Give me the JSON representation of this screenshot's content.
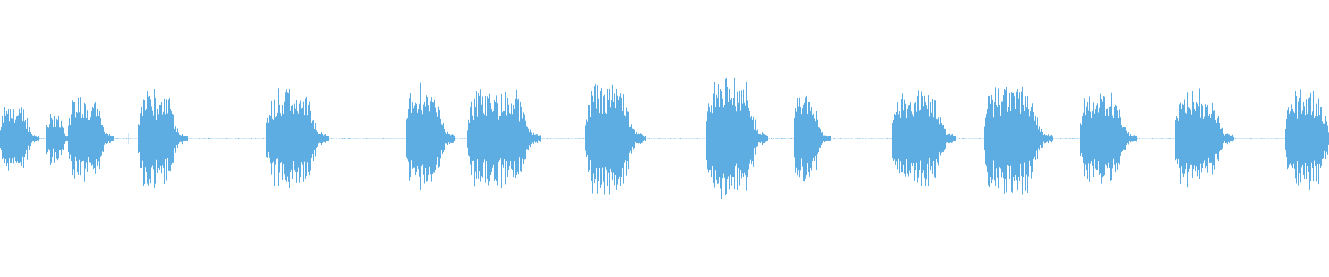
{
  "waveform": {
    "color": "#5dade2",
    "background": "#ffffff",
    "bursts": [
      {
        "start": 0.0,
        "end": 0.024,
        "amp": 0.22
      },
      {
        "start": 0.034,
        "end": 0.049,
        "amp": 0.17
      },
      {
        "start": 0.051,
        "end": 0.079,
        "amp": 0.31
      },
      {
        "start": 0.104,
        "end": 0.134,
        "amp": 0.34
      },
      {
        "start": 0.2,
        "end": 0.24,
        "amp": 0.34
      },
      {
        "start": 0.305,
        "end": 0.335,
        "amp": 0.36
      },
      {
        "start": 0.351,
        "end": 0.4,
        "amp": 0.33
      },
      {
        "start": 0.44,
        "end": 0.478,
        "amp": 0.36
      },
      {
        "start": 0.531,
        "end": 0.57,
        "amp": 0.41
      },
      {
        "start": 0.597,
        "end": 0.618,
        "amp": 0.3
      },
      {
        "start": 0.671,
        "end": 0.712,
        "amp": 0.33
      },
      {
        "start": 0.74,
        "end": 0.784,
        "amp": 0.38
      },
      {
        "start": 0.812,
        "end": 0.848,
        "amp": 0.33
      },
      {
        "start": 0.884,
        "end": 0.921,
        "amp": 0.33
      },
      {
        "start": 0.967,
        "end": 1.0,
        "amp": 0.34
      }
    ],
    "baseline_noise": 0.004,
    "transient_ticks": [
      0.094,
      0.097,
      0.967
    ]
  }
}
